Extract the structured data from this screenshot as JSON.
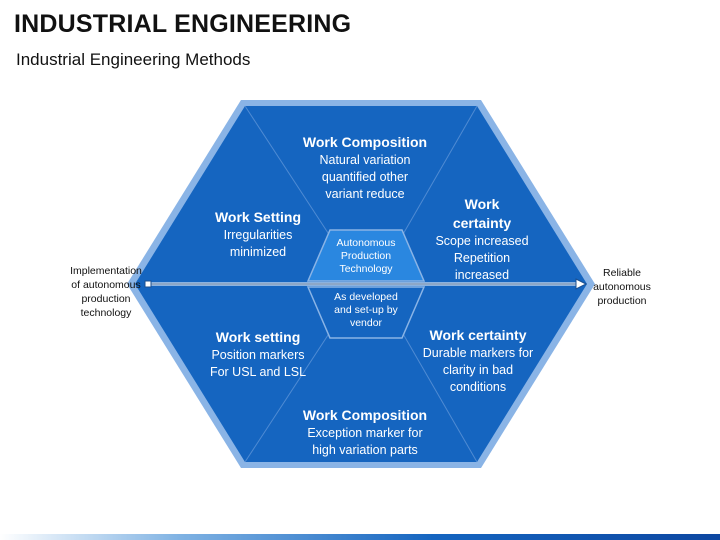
{
  "header": {
    "title": "INDUSTRIAL ENGINEERING",
    "subtitle": "Industrial Engineering Methods"
  },
  "colors": {
    "hexagon_fill": "#1565c0",
    "hexagon_border": "#8ab4e6",
    "divider": "#4f8bd3"
  },
  "segments": {
    "top": {
      "title": "Work Composition",
      "lines": [
        "Natural variation",
        "quantified other",
        "variant reduce"
      ]
    },
    "upper_left": {
      "title": "Work Setting",
      "lines": [
        "Irregularities",
        "minimized"
      ]
    },
    "upper_right": {
      "title_lines": [
        "Work",
        "certainty"
      ],
      "lines": [
        "Scope increased",
        "Repetition",
        "increased"
      ]
    },
    "lower_left": {
      "title": "Work setting",
      "lines": [
        "Position markers",
        "For USL and LSL"
      ]
    },
    "lower_right": {
      "title": "Work certainty",
      "lines": [
        "Durable markers for",
        "clarity in bad",
        "conditions"
      ]
    },
    "bottom": {
      "title": "Work Composition",
      "lines": [
        "Exception marker for",
        "high variation parts"
      ]
    }
  },
  "center": {
    "top_lines": [
      "Autonomous",
      "Production",
      "Technology"
    ],
    "bottom_lines": [
      "As developed",
      "and set-up by",
      "vendor"
    ]
  },
  "sides": {
    "left_lines": [
      "Implementation",
      "of autonomous",
      "production",
      "technology"
    ],
    "right_lines": [
      "Reliable",
      "autonomous",
      "production"
    ]
  }
}
